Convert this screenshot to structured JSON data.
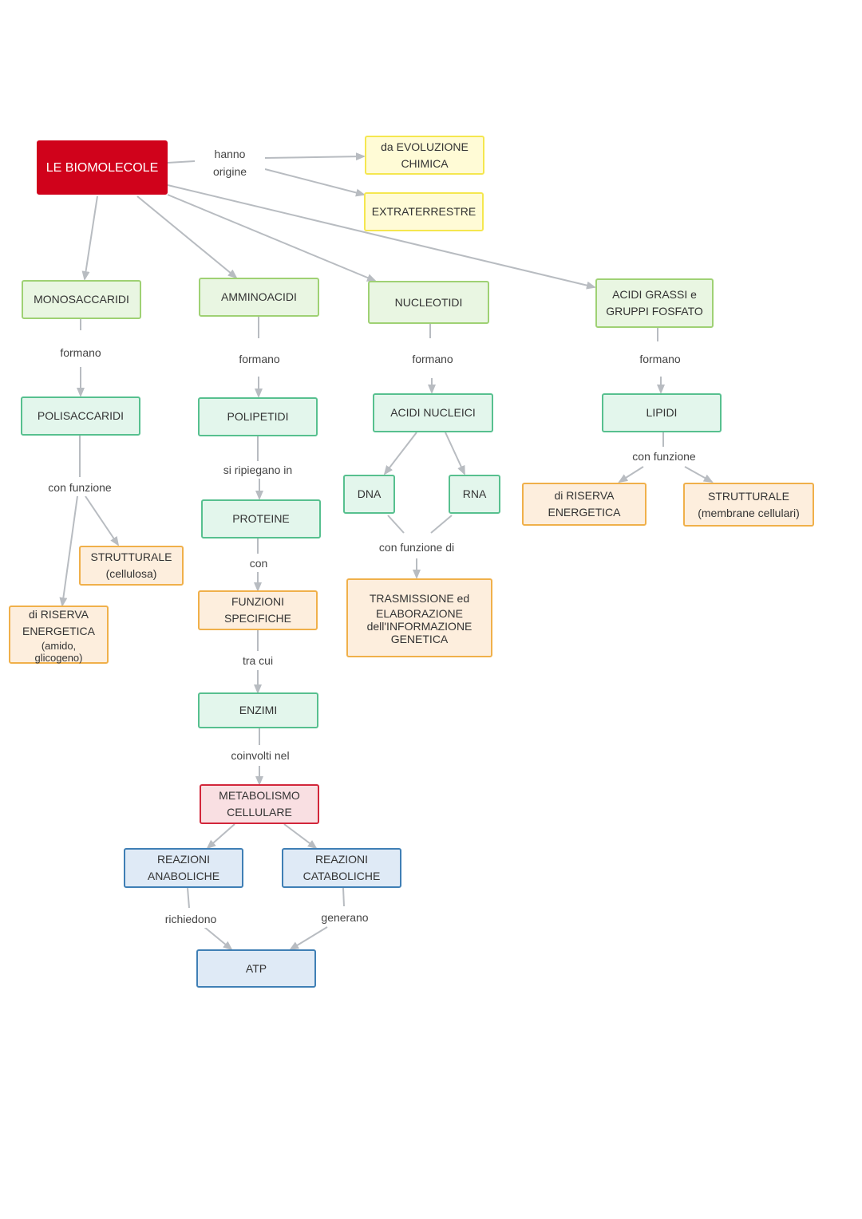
{
  "nodes": {
    "root": "LE BIOMOLECOLE",
    "evoluzione": [
      "da EVOLUZIONE",
      "CHIMICA"
    ],
    "extraterrestre": "EXTRATERRESTRE",
    "monosaccaridi": "MONOSACCARIDI",
    "amminoacidi": "AMMINOACIDI",
    "nucleotidi": "NUCLEOTIDI",
    "acidi_grassi": [
      "ACIDI GRASSI e",
      "GRUPPI FOSFATO"
    ],
    "polisaccaridi": "POLISACCARIDI",
    "polipetidi": "POLIPETIDI",
    "acidi_nucleici": "ACIDI NUCLEICI",
    "lipidi": "LIPIDI",
    "dna": "DNA",
    "rna": "RNA",
    "lip_riserva": [
      "di RISERVA",
      "ENERGETICA"
    ],
    "lip_strutturale": [
      "STRUTTURALE",
      "(membrane cellulari)"
    ],
    "proteine": "PROTEINE",
    "poli_strutturale": [
      "STRUTTURALE",
      "(cellulosa)"
    ],
    "poli_riserva": [
      "di RISERVA",
      "ENERGETICA",
      "(amido,",
      "glicogeno)"
    ],
    "funzioni": [
      "FUNZIONI",
      "SPECIFICHE"
    ],
    "trasmissione": [
      "TRASMISSIONE ed",
      "ELABORAZIONE",
      "dell'INFORMAZIONE",
      "GENETICA"
    ],
    "enzimi": "ENZIMI",
    "metabolismo": [
      "METABOLISMO",
      "CELLULARE"
    ],
    "anaboliche": [
      "REAZIONI",
      "ANABOLICHE"
    ],
    "cataboliche": [
      "REAZIONI",
      "CATABOLICHE"
    ],
    "atp": "ATP"
  },
  "labels": {
    "hanno": [
      "hanno",
      "origine"
    ],
    "formano": "formano",
    "si_ripiegano": "si ripiegano in",
    "con_funzione": "con funzione",
    "con_funzione_di": "con funzione di",
    "con": "con",
    "tra_cui": "tra cui",
    "coinvolti": "coinvolti nel",
    "richiedono": "richiedono",
    "generano": "generano"
  },
  "colors": {
    "root": "#d0021b",
    "green_border": "#9fd174",
    "mint_border": "#57c08f",
    "yellow_border": "#f5e74f",
    "orange_border": "#f0b04a",
    "pink_border": "#d2263a",
    "blue_border": "#3f7fb5",
    "connector": "#b8bcc1"
  }
}
